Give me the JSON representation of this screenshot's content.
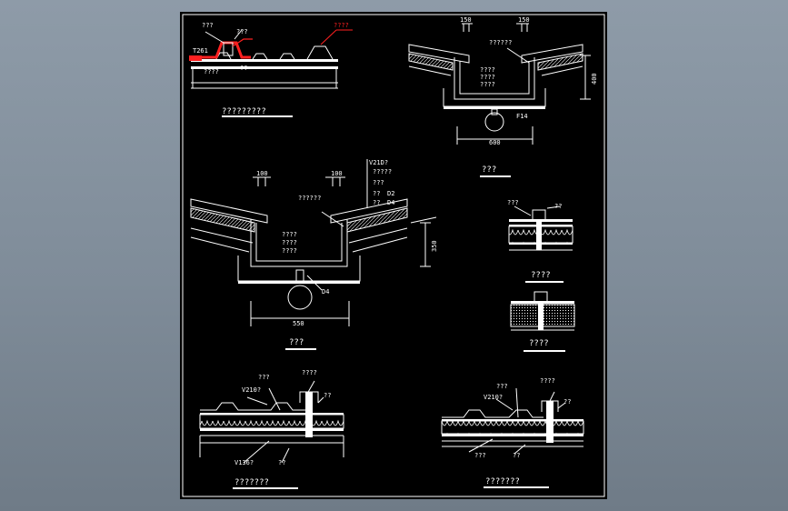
{
  "frame": {
    "background": "#000000",
    "line_color": "#ffffff",
    "highlight_color": "#ff2020"
  },
  "details": {
    "d1": {
      "caption": "?????????",
      "labels": {
        "a": "???",
        "b": "???",
        "c": "T261",
        "d": "??",
        "e": "????"
      }
    },
    "d2": {
      "caption": "???",
      "labels": {
        "dim_l": "150",
        "dim_r": "150",
        "a": "??????",
        "b": "????",
        "c": "????",
        "d": "????",
        "e": "F14",
        "height": "400",
        "width": "600"
      }
    },
    "d3": {
      "caption": "???",
      "labels": {
        "dim_l": "100",
        "dim_r": "100",
        "v": "V21D?",
        "a": "?????",
        "b": "???",
        "c": "??",
        "d": "??",
        "e": "D2",
        "f": "D4",
        "g": "??????",
        "h": "????",
        "i": "????",
        "j": "????",
        "k": "D4",
        "height": "350",
        "width": "550"
      }
    },
    "d4": {
      "caption": "????",
      "labels": {
        "a": "???",
        "b": "??"
      }
    },
    "d5": {
      "caption": "????"
    },
    "d6": {
      "caption": "???????",
      "labels": {
        "a": "???",
        "b": "V210?",
        "c": "????",
        "d": "??",
        "e": "V136?",
        "f": "??"
      }
    },
    "d7": {
      "caption": "???????",
      "labels": {
        "a": "???",
        "b": "????",
        "c": "V210?",
        "d": "??",
        "e": "???",
        "f": "??"
      }
    }
  }
}
